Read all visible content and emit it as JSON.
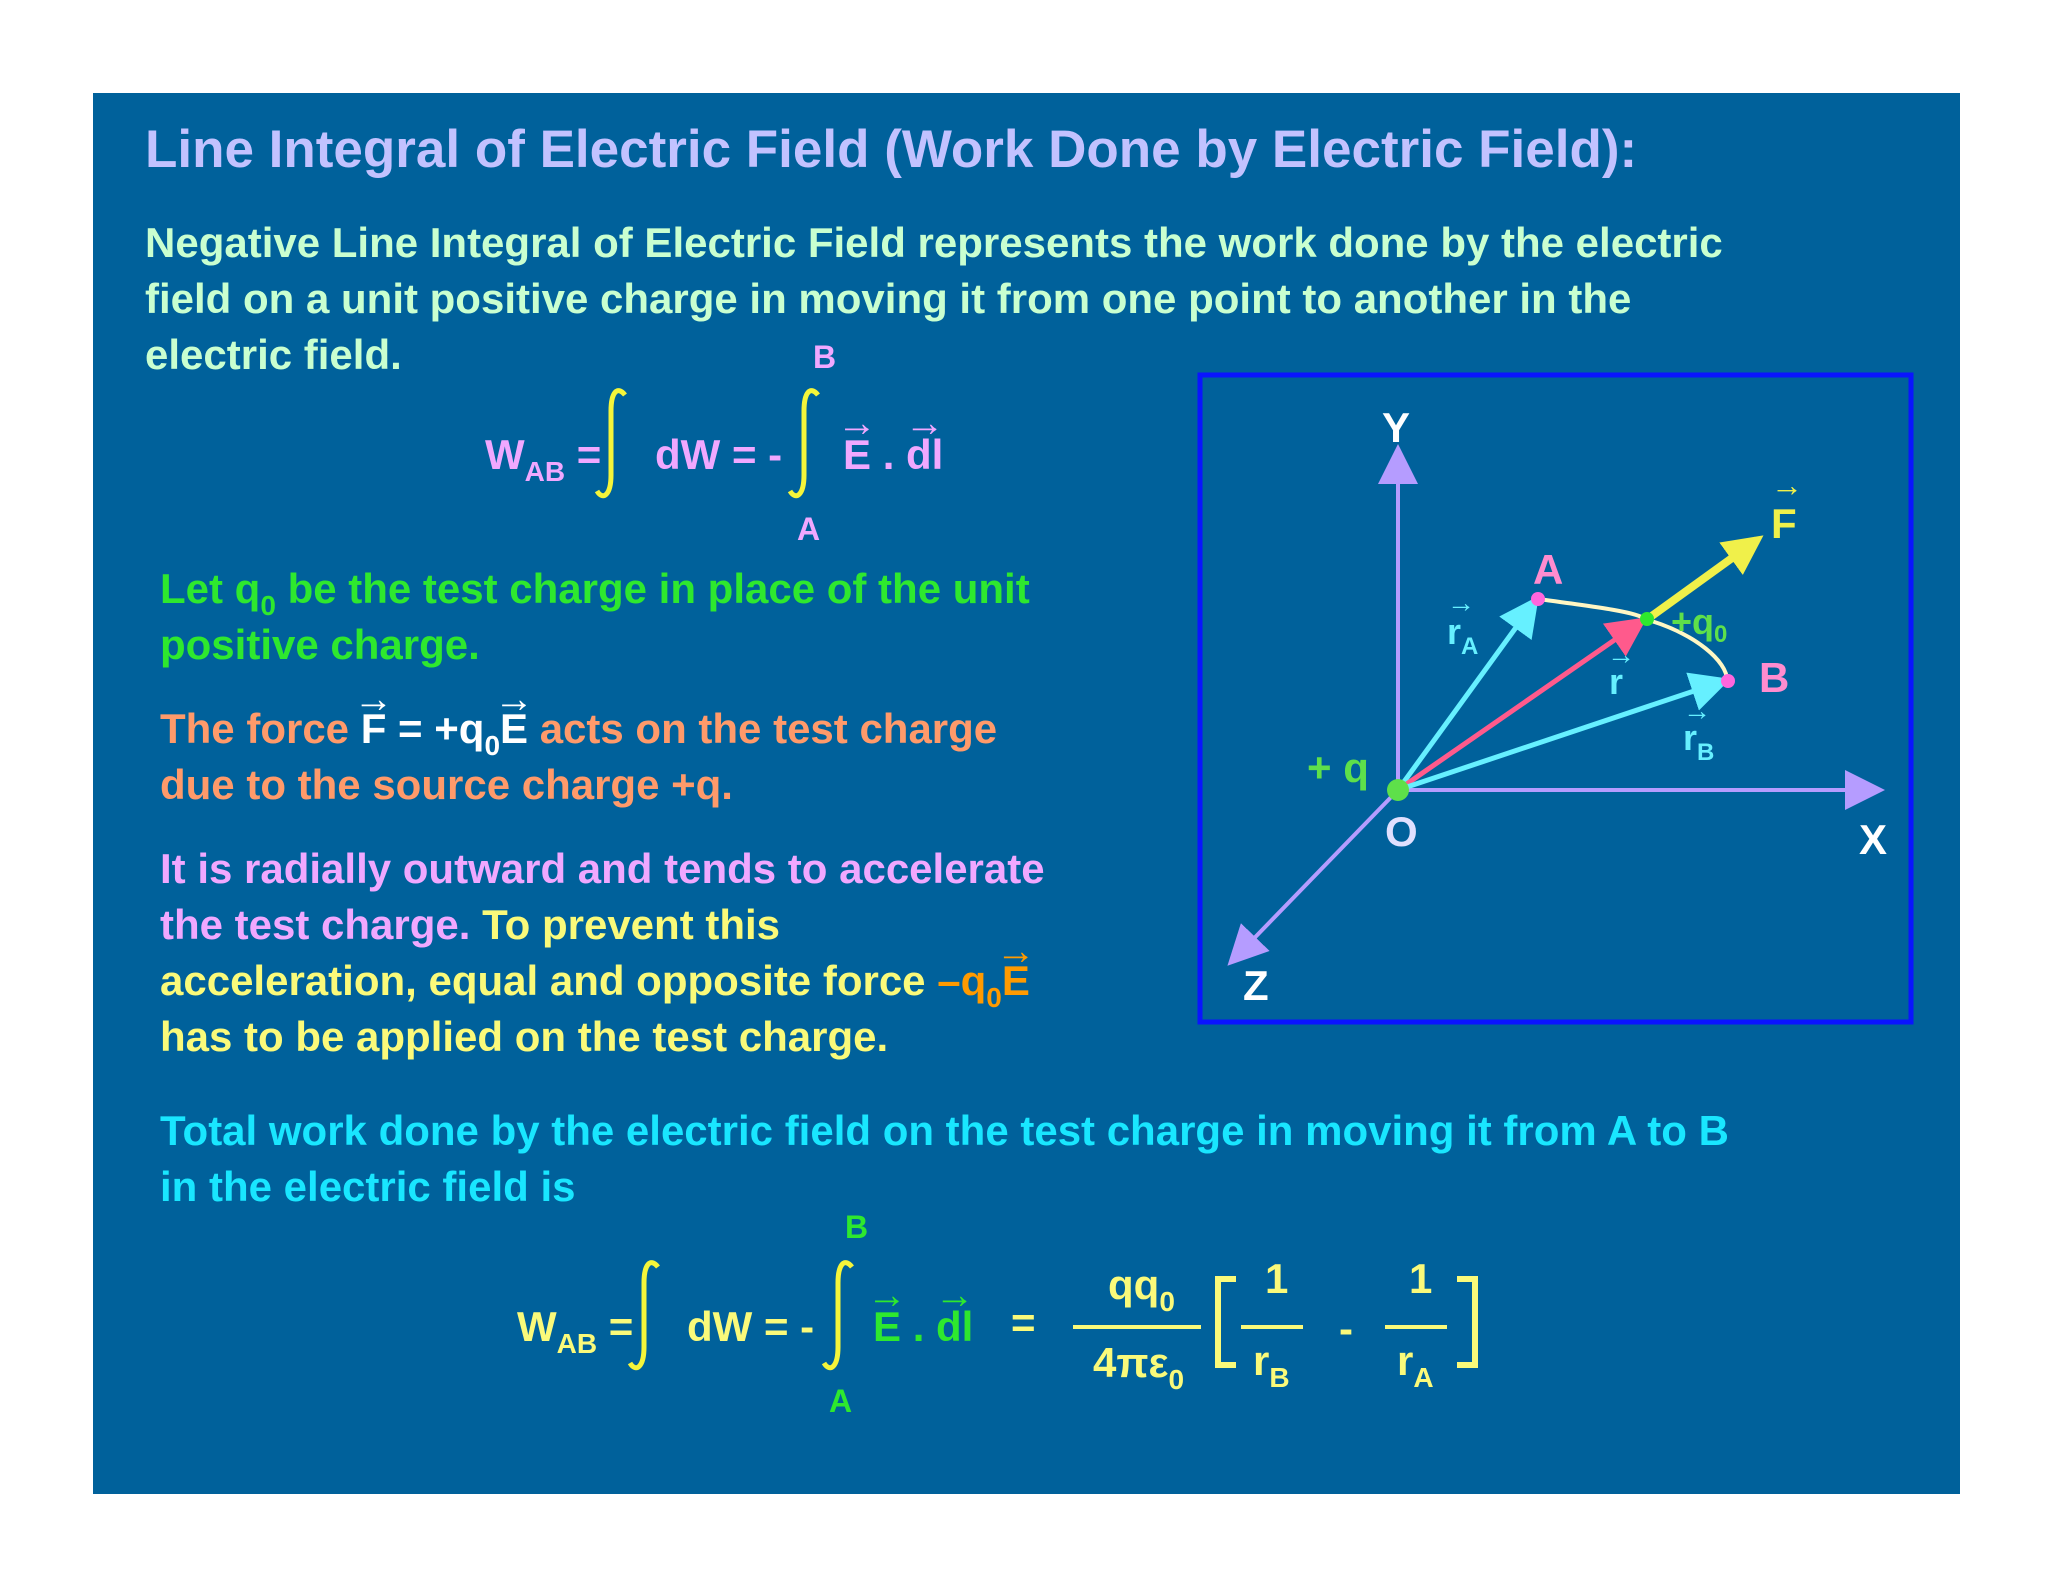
{
  "title": "Line Integral of Electric Field (Work Done by Electric Field):",
  "intro": {
    "line1": "Negative Line Integral of Electric Field represents the work done by the electric",
    "line2": "field on a unit positive charge in moving it from one point to another in the",
    "line3": "electric field."
  },
  "eq1": {
    "w": "W",
    "w_sub": "AB",
    "eq_a": "=",
    "dw": "dW = -",
    "e": "E",
    "dot": ".",
    "dl": "dl",
    "upper": "B",
    "lower": "A"
  },
  "para_test_charge": {
    "l1_pre": "Let q",
    "l1_sub": "0",
    "l1_post": " be the test charge in place of the unit",
    "l2": "positive charge."
  },
  "para_force": {
    "l1_pre": "The force ",
    "f": "F",
    "eq": " = +q",
    "q_sub": "0",
    "e": "E",
    "l1_post": " acts on the test  charge",
    "l2": "due to the source charge +q."
  },
  "para_radial": {
    "l1": "It is radially outward and tends to accelerate",
    "l2_a": "the test charge.",
    "l2_b": "  To prevent this",
    "l3_pre": "acceleration, equal and opposite force ",
    "l3_neg": "–q",
    "l3_sub": "0",
    "l3_e": "E",
    "l4": "has to be applied on the test charge."
  },
  "para_total": {
    "l1": "Total work done by the electric field on the test charge in moving it from A to B",
    "l2": "in the electric field is"
  },
  "eq2": {
    "w": "W",
    "w_sub": "AB",
    "eq_a": "=",
    "dw": "dW = -",
    "e": "E",
    "dot": ".",
    "dl": "dl",
    "upper": "B",
    "lower": "A",
    "equals": "=",
    "num": "qq",
    "num_sub": "0",
    "den": "4πε",
    "den_sub": "0",
    "one_a": "1",
    "r_a": "r",
    "r_a_sub": "B",
    "minus": "-",
    "one_b": "1",
    "r_b": "r",
    "r_b_sub": "A"
  },
  "diagram": {
    "y": "Y",
    "x": "X",
    "z": "Z",
    "o": "O",
    "source": "+ q",
    "force": "F",
    "test": "+q",
    "test_sub": "0",
    "pt_a": "A",
    "pt_b": "B",
    "ra": "r",
    "ra_sub": "A",
    "r": "r",
    "rb": "r",
    "rb_sub": "B",
    "colors": {
      "axis": "#b59cff",
      "path": "#fff7c4",
      "vec_ra": "#66f0ff",
      "vec_r": "#ff5a8c",
      "vec_rb": "#66f0ff",
      "force": "#f0f04a",
      "point": "#ff66dd",
      "charge": "#5ee04a",
      "border": "#0a14ff"
    }
  }
}
